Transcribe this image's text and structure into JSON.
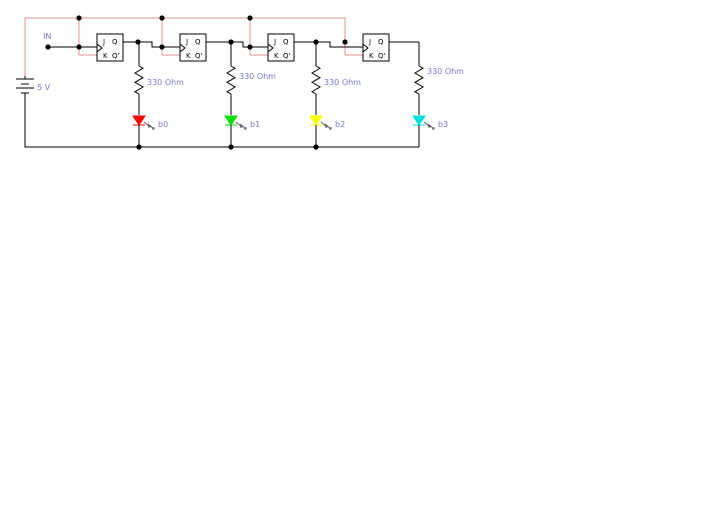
{
  "input_label": "IN",
  "supply_label": "5 V",
  "flip_flops": [
    {
      "pin_j": "J",
      "pin_k": "K",
      "pin_q": "Q",
      "pin_qn": "Q'"
    },
    {
      "pin_j": "J",
      "pin_k": "K",
      "pin_q": "Q",
      "pin_qn": "Q'"
    },
    {
      "pin_j": "J",
      "pin_k": "K",
      "pin_q": "Q",
      "pin_qn": "Q'"
    },
    {
      "pin_j": "J",
      "pin_k": "K",
      "pin_q": "Q",
      "pin_qn": "Q'"
    }
  ],
  "resistors": [
    {
      "label": "330  Ohm"
    },
    {
      "label": "330  Ohm"
    },
    {
      "label": "330  Ohm"
    },
    {
      "label": "330  Ohm"
    }
  ],
  "leds": [
    {
      "label": "b0",
      "color": "#ff0000"
    },
    {
      "label": "b1",
      "color": "#00e000"
    },
    {
      "label": "b2",
      "color": "#ffff00"
    },
    {
      "label": "b3",
      "color": "#00e0e0"
    }
  ],
  "colors": {
    "wire": "#000000",
    "supply_wire": "#e89090",
    "label": "#7878c8"
  }
}
